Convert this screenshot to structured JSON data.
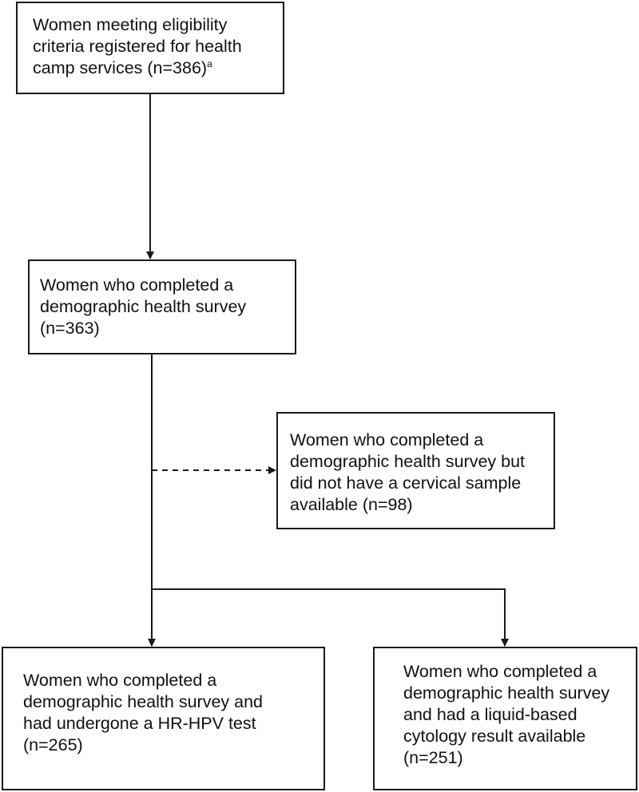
{
  "nodes": {
    "registered": {
      "lines": [
        "Women meeting eligibility",
        "criteria registered for health",
        "camp services (n=386)"
      ],
      "superscript": "a"
    },
    "survey": {
      "lines": [
        "Women who completed a",
        "demographic health survey",
        "(n=363)"
      ]
    },
    "no_sample": {
      "lines": [
        "Women who completed a",
        "demographic health survey but",
        "did not have a cervical sample",
        "available (n=98)"
      ]
    },
    "hpv": {
      "lines": [
        "Women who completed a",
        "demographic health survey and",
        "had undergone a HR-HPV test",
        "(n=265)"
      ]
    },
    "cytology": {
      "lines": [
        "Women who completed a",
        "demographic health survey",
        "and had a liquid-based",
        "cytology result available",
        "(n=251)"
      ]
    }
  },
  "edges": [
    {
      "from": "registered",
      "to": "survey",
      "style": "solid"
    },
    {
      "from": "survey",
      "to": "no_sample",
      "style": "dashed"
    },
    {
      "from": "survey",
      "to": "hpv",
      "style": "solid"
    },
    {
      "from": "survey",
      "to": "cytology",
      "style": "solid"
    }
  ],
  "colors": {
    "line": "#1a1a1a",
    "background": "#ffffff"
  }
}
